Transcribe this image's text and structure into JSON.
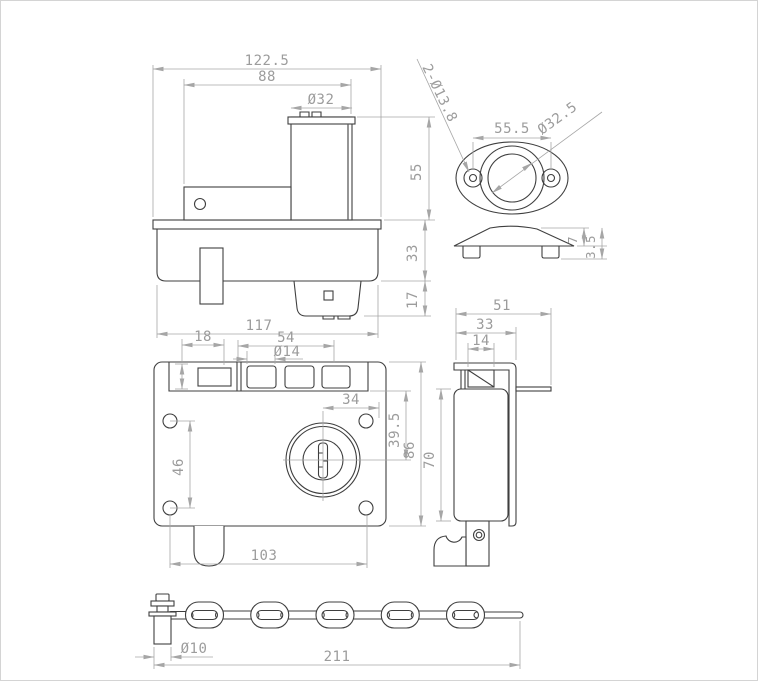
{
  "title": "Lock mechanism technical drawing",
  "colors": {
    "object_line": "#3f3f3f",
    "dimension_line": "#a6a6a6",
    "dimension_text": "#9c9c9c",
    "background": "#ffffff"
  },
  "views": {
    "side": {
      "label": "side-elevation-view",
      "dims": {
        "overall_width": "122.5",
        "upper_width": "88",
        "cylinder_dia": "Ø32",
        "cylinder_height": "55",
        "case_height": "33",
        "housing_height": "17",
        "case_width": "117"
      }
    },
    "escutcheon": {
      "label": "escutcheon-plate-view",
      "dims": {
        "screw_holes": "2-Ø13.8",
        "hole_spacing": "55.5",
        "bore_dia": "Ø32.5",
        "dome_height": "7",
        "rim_height": "3.5"
      }
    },
    "front": {
      "label": "front-face-view",
      "dims": {
        "slot_offset": "18",
        "slot_group_width": "54",
        "slot_dia": "Ø14",
        "cylinder_offset": "34",
        "cylinder_drop": "39.5",
        "face_height": "86",
        "hole_pitch_vertical": "46",
        "hole_pitch_horizontal": "103"
      }
    },
    "profile": {
      "label": "side-profile-view",
      "dims": {
        "overall_depth": "51",
        "case_depth": "33",
        "slot_width": "14",
        "case_height": "70"
      }
    },
    "chain": {
      "label": "chain-assembly-view",
      "dims": {
        "pin_dia": "Ø10",
        "chain_length": "211"
      }
    }
  }
}
